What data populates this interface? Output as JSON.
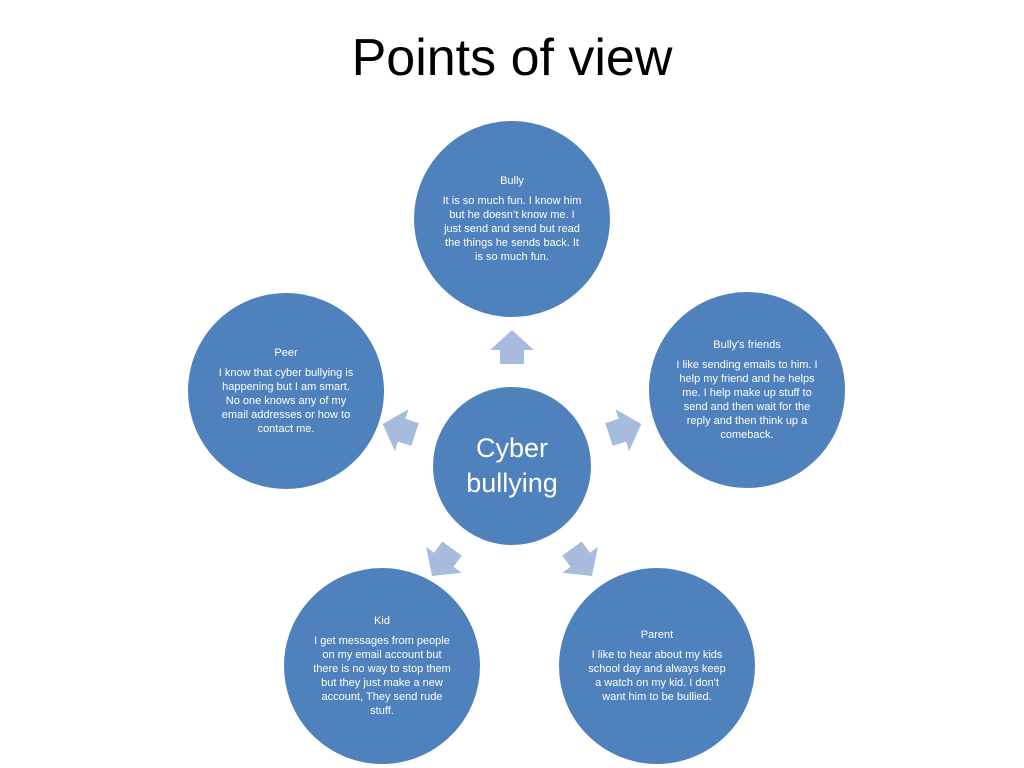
{
  "title": "Points of view",
  "center": {
    "label": "Cyber bullying"
  },
  "nodes": [
    {
      "name": "Bully",
      "text": "It is so  much fun. I know him but he doesn’t know me. I just send and send but read the things he sends back. It is so much fun."
    },
    {
      "name": "Bully's friends",
      "text": "I like sending emails to him. I help my friend and he helps me. I help make up stuff to send and then wait for the reply and then think up a comeback."
    },
    {
      "name": "Parent",
      "text": "I like to hear about my kids school day and always keep a watch on my kid.  I don't want him to be bullied."
    },
    {
      "name": "Kid",
      "text": "I get messages  from people  on my email account  but there is no way to stop them but they just make a new account, They  send rude stuff."
    },
    {
      "name": "Peer",
      "text": "I know that  cyber bullying is happening but I am smart. No one knows any of my email addresses or how to contact me."
    }
  ],
  "colors": {
    "circle": "#4f81bd",
    "arrow": "#a7bcdc",
    "title": "#000000"
  }
}
